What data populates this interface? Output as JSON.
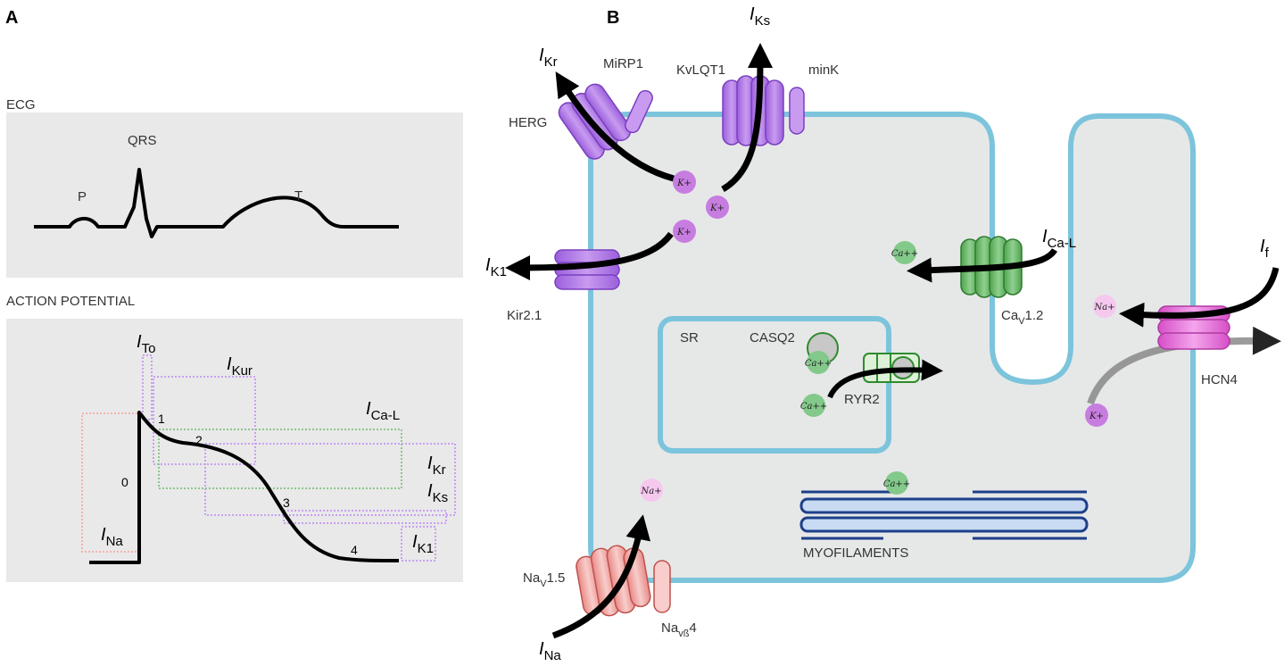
{
  "panel_a": {
    "letter": "A",
    "ecg_title": "ECG",
    "ecg_waves": {
      "p": "P",
      "qrs": "QRS",
      "t": "T"
    },
    "ap_title": "ACTION POTENTIAL",
    "phases": [
      "0",
      "1",
      "2",
      "3",
      "4"
    ],
    "currents": {
      "ito": {
        "i": "I",
        "sub": "To"
      },
      "ikur": {
        "i": "I",
        "sub": "Kur"
      },
      "ical": {
        "i": "I",
        "sub": "Ca-L"
      },
      "ikr": {
        "i": "I",
        "sub": "Kr"
      },
      "iks": {
        "i": "I",
        "sub": "Ks"
      },
      "ik1": {
        "i": "I",
        "sub": "K1"
      },
      "ina": {
        "i": "I",
        "sub": "Na"
      }
    }
  },
  "panel_b": {
    "letter": "B",
    "currents": {
      "ikr": {
        "i": "I",
        "sub": "Kr"
      },
      "iks": {
        "i": "I",
        "sub": "Ks"
      },
      "ik1": {
        "i": "I",
        "sub": "K1"
      },
      "ical": {
        "i": "I",
        "sub": "Ca-L"
      },
      "if": {
        "i": "I",
        "sub": "f"
      },
      "ina": {
        "i": "I",
        "sub": "Na"
      }
    },
    "channels": {
      "herg": "HERG",
      "mirp1": "MiRP1",
      "kvlqt1": "KvLQT1",
      "mink": "minK",
      "kir21": "Kir2.1",
      "cav12_main": "Ca",
      "cav12_sub": "V",
      "cav12_tail": "1.2",
      "hcn4": "HCN4",
      "nav15_main": "Na",
      "nav15_sub": "V",
      "nav15_tail": "1.5",
      "navb4_main": "Na",
      "navb4_sub": "vß",
      "navb4_tail": "4",
      "sr": "SR",
      "casq2": "CASQ2",
      "ryr2": "RYR2",
      "myofilaments": "MYOFILAMENTS"
    },
    "ions": {
      "k": "K+",
      "ca": "Ca++",
      "na": "Na+"
    }
  },
  "colors": {
    "cell_fill": "#e6e8e8",
    "cell_border": "#7cc4dc",
    "panel_bg": "#e9e9e9",
    "k_channel": "#b07be6",
    "k_ion": "#c77de0",
    "ca_channel": "#6cbb6c",
    "ca_ion": "#83c98a",
    "hcn": "#e57ad8",
    "na_channel": "#f2aaa6",
    "na_ion": "#f5c8ee",
    "myofilament": "#1d3f8a"
  }
}
